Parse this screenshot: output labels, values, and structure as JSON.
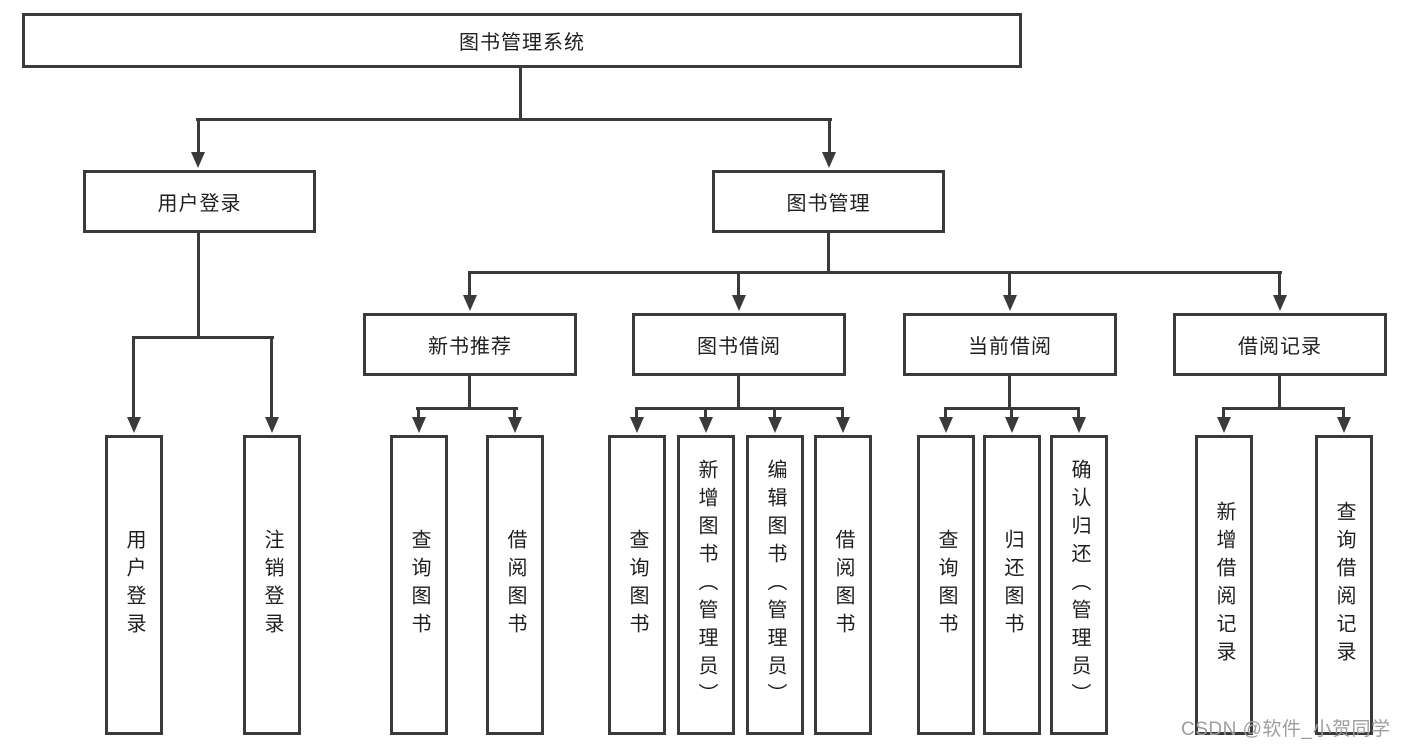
{
  "diagram": {
    "title": "图书管理系统",
    "level2": [
      "用户登录",
      "图书管理"
    ],
    "level3": [
      "新书推荐",
      "图书借阅",
      "当前借阅",
      "借阅记录"
    ],
    "leaves": [
      "用户登录",
      "注销登录",
      "查询图书",
      "借阅图书",
      "查询图书",
      "新增图书（管理员）",
      "编辑图书（管理员）",
      "借阅图书",
      "查询图书",
      "归还图书",
      "确认归还（管理员）",
      "新增借阅记录",
      "查询借阅记录"
    ],
    "watermark": "CSDN @软件_小贺同学",
    "colors": {
      "line": "#3a3a3a",
      "text": "#1f1f1f",
      "background": "#ffffff",
      "watermark": "#9e9e9e"
    }
  }
}
